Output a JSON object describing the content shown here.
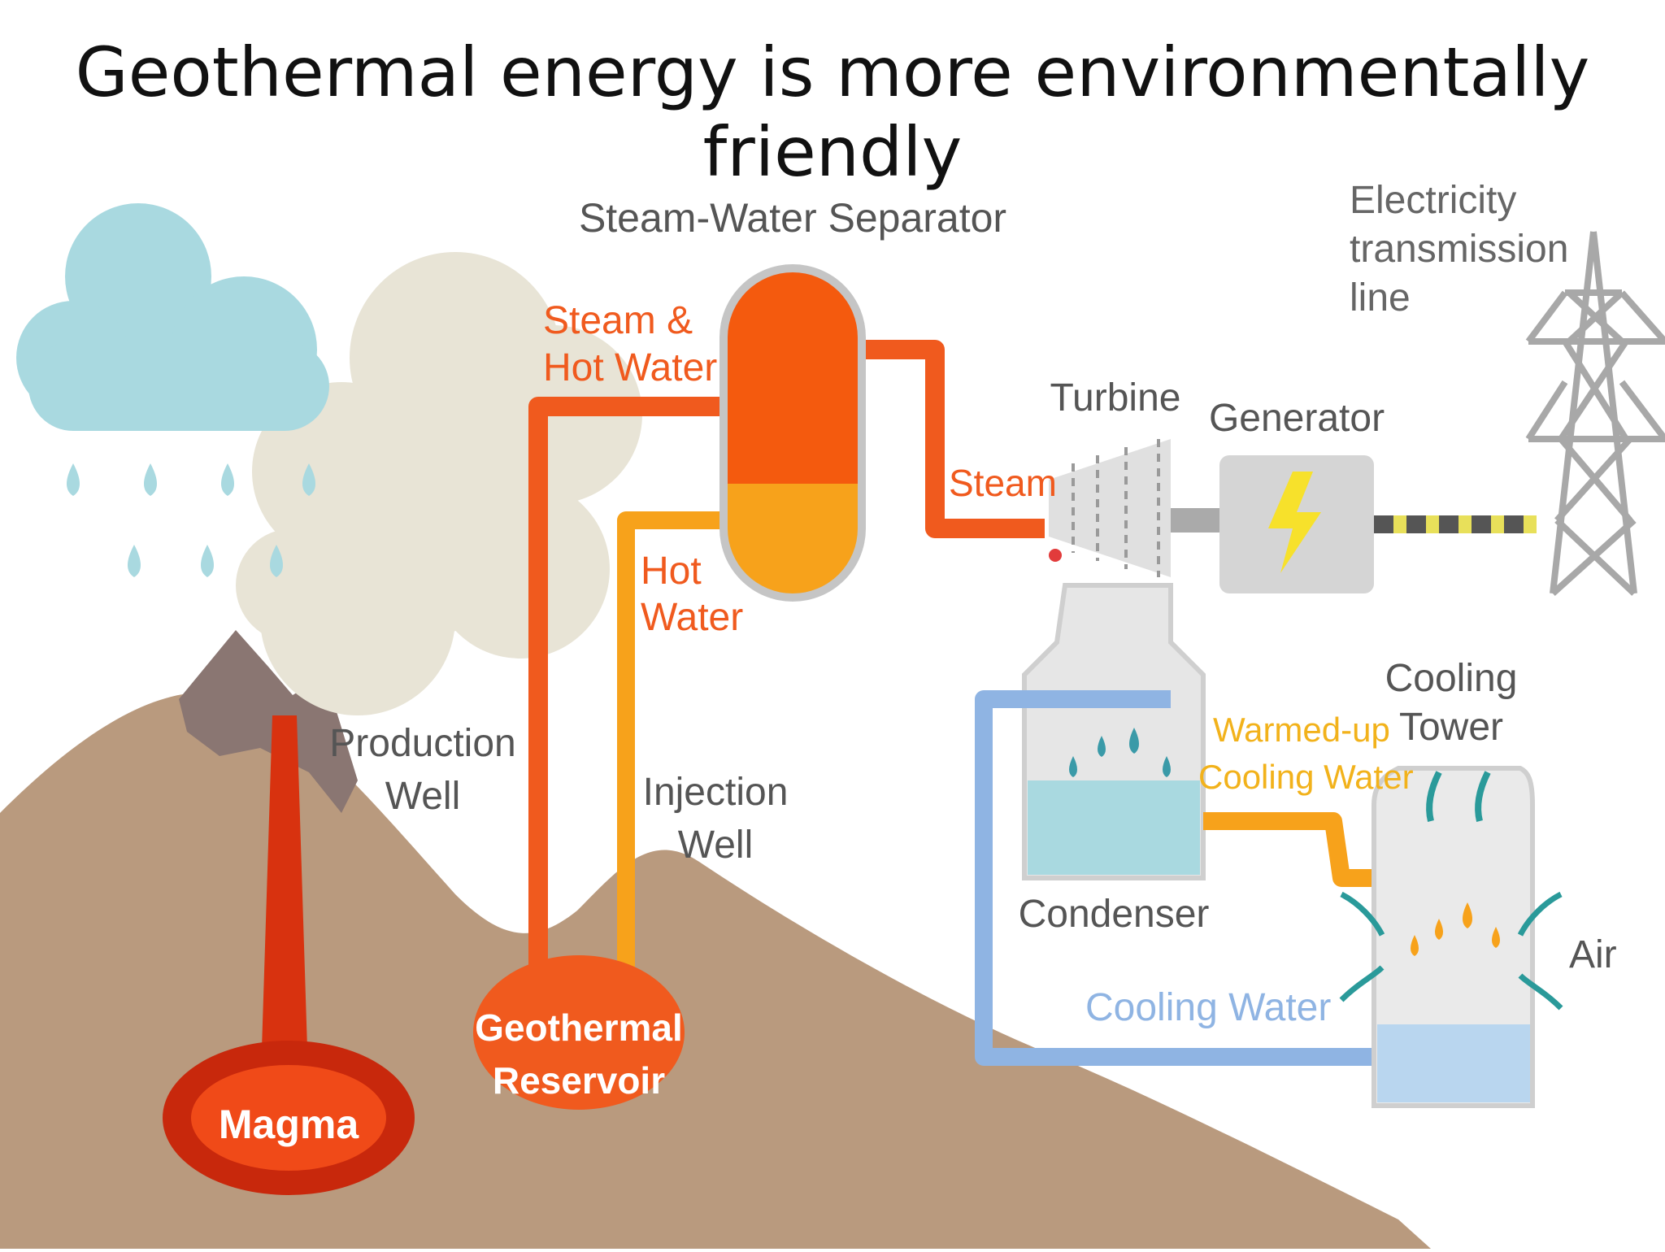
{
  "title": "Geothermal energy is more environmentally friendly",
  "labels": {
    "separator": "Steam-Water Separator",
    "electricity_1": "Electricity",
    "electricity_2": "transmission",
    "electricity_3": "line",
    "steam_hot_1": "Steam &",
    "steam_hot_2": "Hot Water",
    "turbine": "Turbine",
    "generator": "Generator",
    "steam": "Steam",
    "hot_water_1": "Hot",
    "hot_water_2": "Water",
    "production_1": "Production",
    "production_2": "Well",
    "injection_1": "Injection",
    "injection_2": "Well",
    "cooling_tower_1": "Cooling",
    "cooling_tower_2": "Tower",
    "warmed_1": "Warmed-up",
    "warmed_2": "Cooling Water",
    "condenser": "Condenser",
    "air": "Air",
    "cooling_water": "Cooling Water",
    "reservoir_1": "Geothermal",
    "reservoir_2": "Reservoir",
    "magma": "Magma"
  },
  "colors": {
    "steam_line": "#f05a1e",
    "hot_water_line": "#f7a21b",
    "cooling_line": "#8fb4e3",
    "ground": "#b99a7e",
    "volcano": "#8a7672",
    "magma": "#d8320f",
    "cloud": "#a9d9e0",
    "smoke": "#e8e4d6",
    "grey_text": "#555555"
  }
}
